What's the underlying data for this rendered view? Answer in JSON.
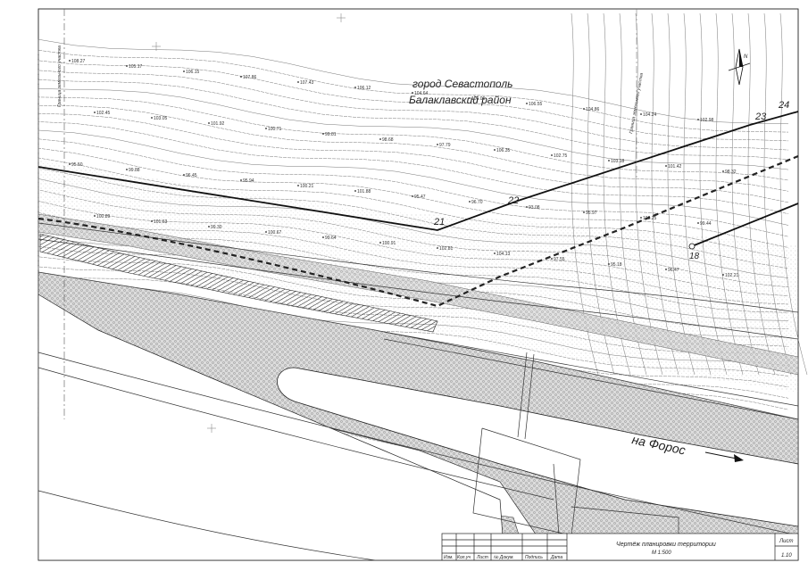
{
  "map": {
    "city_label": "город Севастополь",
    "district_label": "Балаклавский район",
    "direction_label": "на Форос",
    "boundary_points": [
      "21",
      "22",
      "23",
      "24",
      "18"
    ],
    "side_note_left": "Граница земельного участка",
    "side_note_right": "Граница земельного участка",
    "elevations": [
      "108.27",
      "105.17",
      "106.15",
      "107.86",
      "107.43",
      "106.12",
      "104.64",
      "106.06",
      "106.55",
      "104.86",
      "104.24",
      "102.98",
      "102.45",
      "103.05",
      "101.92",
      "100.71",
      "99.81",
      "98.68",
      "97.79",
      "106.35",
      "102.75",
      "103.18",
      "101.42",
      "98.32",
      "95.50",
      "99.88",
      "96.45",
      "95.94",
      "100.21",
      "101.88",
      "95.47",
      "96.70",
      "93.08",
      "95.97",
      "100.25",
      "99.44",
      "100.89",
      "101.63",
      "99.30",
      "100.67",
      "99.64",
      "100.91",
      "102.81",
      "104.13",
      "97.55",
      "95.18",
      "96.47",
      "102.21"
    ]
  },
  "north_arrow": {
    "label": "N"
  },
  "title_block": {
    "headers": [
      "Изм.",
      "Кол.уч",
      "Лист",
      "№ Докум.",
      "Подпись",
      "Дата"
    ],
    "title": "Чертёж планировки территории",
    "scale": "М 1:500",
    "sheet_label": "Лист",
    "sheet_number": "1.10"
  },
  "colors": {
    "line": "#1a1a1a",
    "hatch": "#555555",
    "background": "#ffffff"
  }
}
